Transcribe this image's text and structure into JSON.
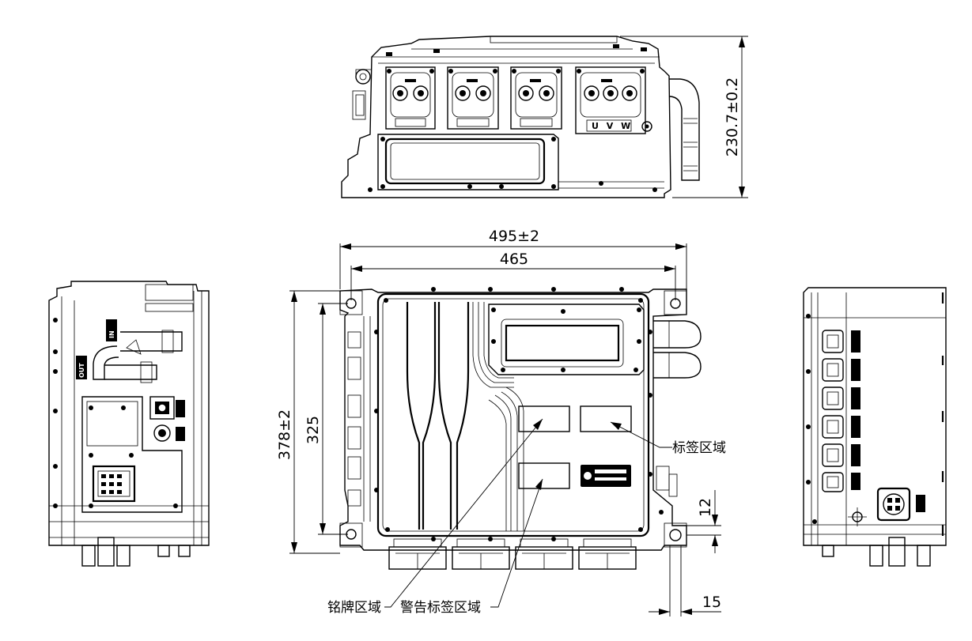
{
  "dimensions": {
    "height_top": "230.7±0.2",
    "width_overall": "495±2",
    "width_holes": "465",
    "height_overall": "378±2",
    "height_holes": "325",
    "offset_vertical": "12",
    "offset_horizontal": "15"
  },
  "connectors": {
    "phase_label": "U V W"
  },
  "side_labels": {
    "in": "IN",
    "out": "OUT"
  },
  "callouts": {
    "label_area": "标签区域",
    "nameplate_area": "铭牌区域",
    "warning_label_area": "警告标签区域"
  }
}
